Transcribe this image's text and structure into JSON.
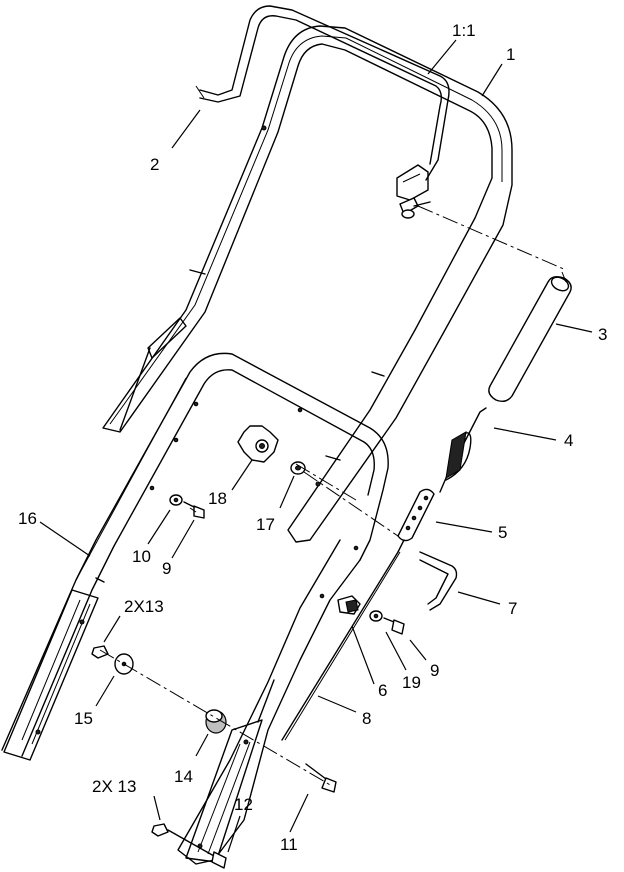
{
  "callouts": {
    "c1": "1",
    "c1_1": "1:1",
    "c2": "2",
    "c3": "3",
    "c4": "4",
    "c5": "5",
    "c6": "6",
    "c7": "7",
    "c8": "8",
    "c9a": "9",
    "c9b": "9",
    "c10": "10",
    "c11": "11",
    "c12": "12",
    "c13a": "2X13",
    "c13b": "2X 13",
    "c14": "14",
    "c15": "15",
    "c16": "16",
    "c17": "17",
    "c18": "18",
    "c19": "19"
  }
}
